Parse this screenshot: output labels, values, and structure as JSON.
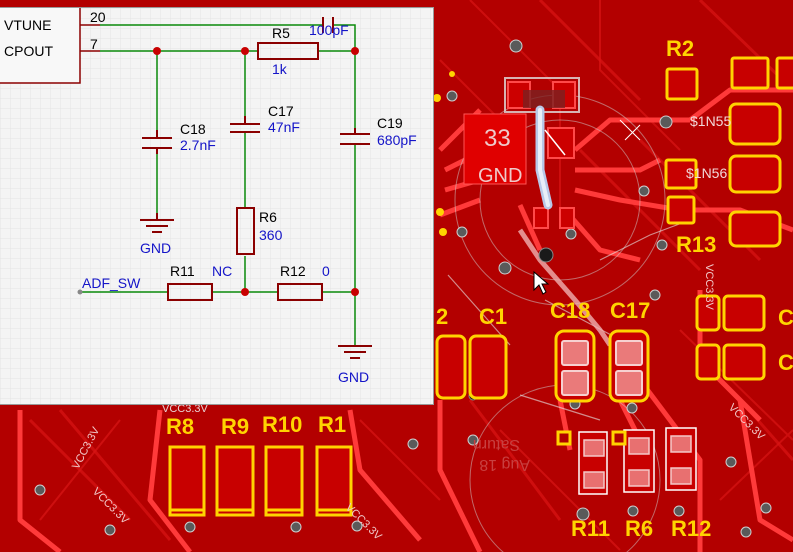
{
  "schematic": {
    "component_port_labels": [
      "VTUNE",
      "CPOUT"
    ],
    "pin_numbers": [
      "20",
      "7"
    ],
    "components": [
      {
        "ref": "R5",
        "value": "1k"
      },
      {
        "ref": "C18",
        "value": "2.7nF"
      },
      {
        "ref": "C17",
        "value": "47nF"
      },
      {
        "ref": "C19",
        "value": "680pF"
      },
      {
        "ref": "R6",
        "value": "360"
      },
      {
        "ref": "R11",
        "value": "NC"
      },
      {
        "ref": "R12",
        "value": "0"
      }
    ],
    "top_cap_value": "100pF",
    "net_label": "ADF_SW",
    "ground_labels": [
      "GND",
      "GND"
    ]
  },
  "pcb": {
    "designators": [
      "R2",
      "R13",
      "C18",
      "C17",
      "C1",
      "2",
      "R8",
      "R9",
      "R10",
      "R1",
      "R11",
      "R6",
      "R12",
      "C",
      "C"
    ],
    "ic_pad_texts": [
      "33",
      "GND"
    ],
    "net_silk": [
      "$1N55",
      "$1N56"
    ],
    "power_silk": [
      "VCC3.3V",
      "VCC3.3V",
      "VCC3.3V",
      "VCC3.3V",
      "VCC3.3V",
      "VCC3.3V"
    ],
    "bottom_silk": [
      "Saturn",
      "Aug 18"
    ],
    "colors": {
      "copper": "#c80000",
      "copper_dark": "#a30000",
      "trace": "#ff2a2a",
      "silk_yellow": "#ffd400",
      "schematic_wire": "#0a8a0a",
      "schematic_component": "#8b0000",
      "schematic_junction": "#c80000",
      "schematic_text": "#1414c8"
    }
  }
}
